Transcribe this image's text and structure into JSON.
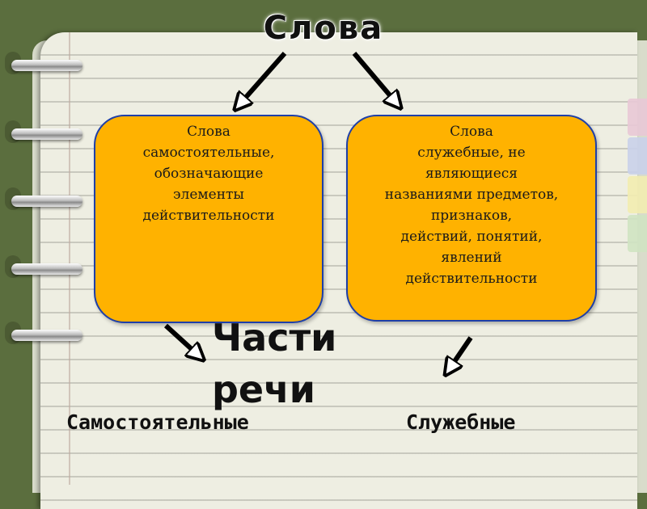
{
  "title": "Слова",
  "boxes": {
    "left": "Слова\nсамостоятельные,\nобозначающие\nэлементы\nдействительности",
    "right": "Слова\nслужебные, не\nявляющиеся\nназваниями предметов,\nпризнаков,\nдействий, понятий,\nявлений\nдействительности"
  },
  "parts_of_speech": "Части\nречи",
  "labels": {
    "left": "Самостоятельные",
    "right": "Служебные"
  },
  "colors": {
    "box_fill": "#ffb200",
    "box_border": "#1e3fa8",
    "paper": "#eeeee2",
    "background": "#5b6e3e"
  }
}
